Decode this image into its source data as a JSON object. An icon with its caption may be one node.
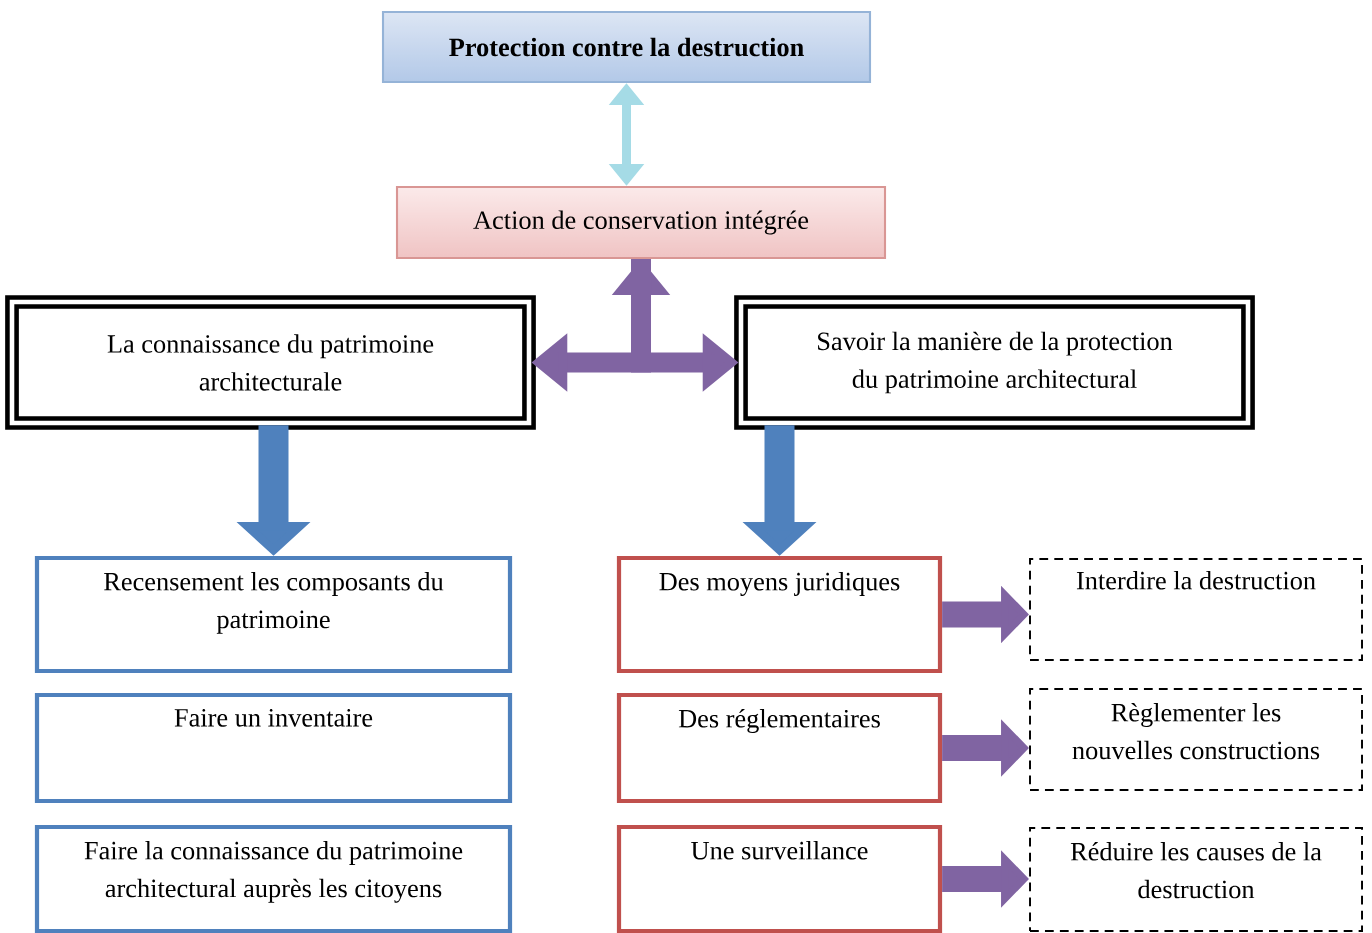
{
  "diagram": {
    "nodes": [
      {
        "text": [
          "Protection contre la destruction"
        ]
      },
      {
        "text": [
          "Action de conservation intégrée"
        ]
      },
      {
        "text": [
          "La connaissance du patrimoine architecturale"
        ]
      },
      {
        "text": [
          "Savoir la manière de la protection du patrimoine architectural"
        ]
      },
      {
        "text": [
          "Recensement les composants du patrimoine"
        ]
      },
      {
        "text": [
          "Faire un inventaire"
        ]
      },
      {
        "text": [
          "Faire la connaissance du patrimoine architectural auprès les citoyens"
        ]
      },
      {
        "text": [
          "Des moyens juridiques"
        ]
      },
      {
        "text": [
          "Des réglementaires"
        ]
      },
      {
        "text": [
          "Une surveillance"
        ]
      },
      {
        "text": [
          "Interdire la destruction"
        ]
      },
      {
        "text": [
          "Règlementer les nouvelles constructions"
        ]
      },
      {
        "text": [
          "Réduire les causes de la destruction"
        ]
      }
    ],
    "edges": [
      {
        "from": 0,
        "to": 1,
        "arrow": "both",
        "color": "#a5dbe6"
      },
      {
        "from": 1,
        "to": 2,
        "arrow": "both"
      },
      {
        "from": 1,
        "to": 3,
        "arrow": "to"
      },
      {
        "from": 2,
        "to": 4,
        "arrow": "to",
        "color": "#4f81bd"
      },
      {
        "from": 3,
        "to": 7,
        "arrow": "to",
        "color": "#4f81bd"
      },
      {
        "from": 7,
        "to": 10,
        "arrow": "to"
      },
      {
        "from": 8,
        "to": 11,
        "arrow": "to"
      },
      {
        "from": 9,
        "to": 12,
        "arrow": "to"
      }
    ]
  }
}
